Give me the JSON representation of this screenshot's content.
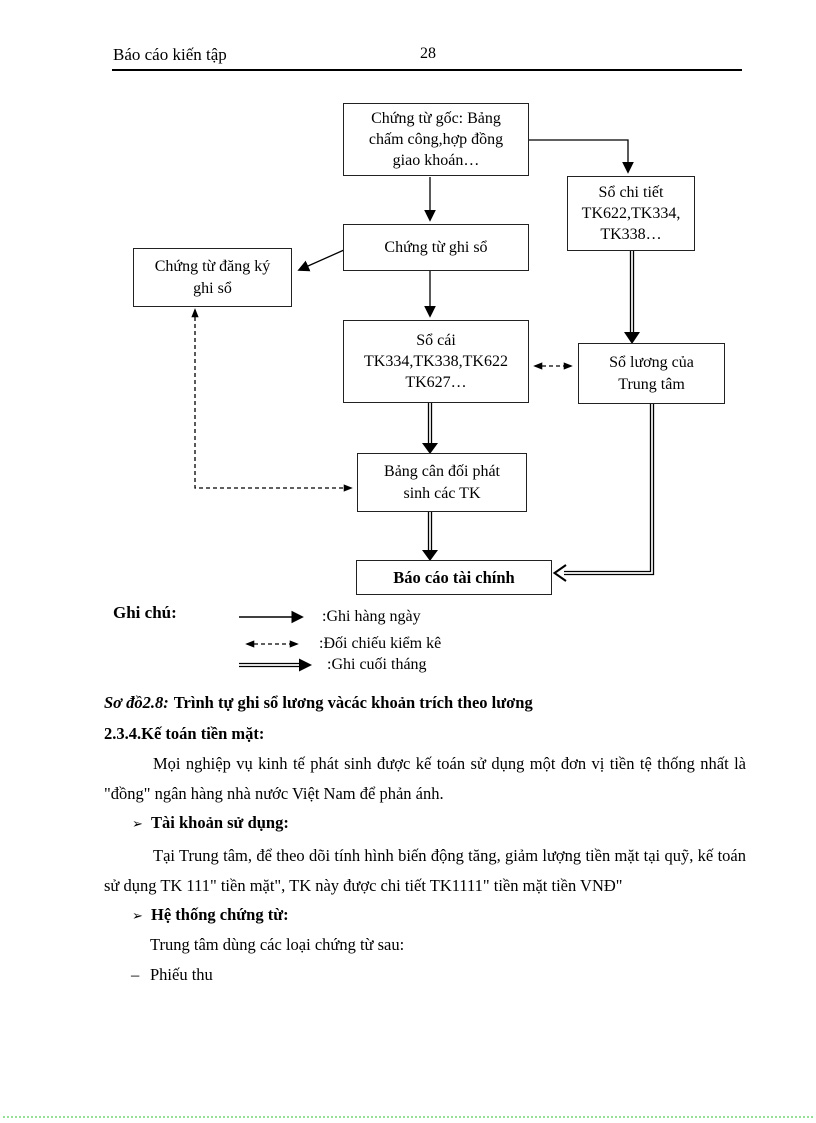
{
  "header": {
    "title": "Báo cáo kiến tập",
    "page_number": "28"
  },
  "flowchart": {
    "boxes": {
      "goc": "Chứng từ gốc: Bảng\nchấm công,hợp đồng\ngiao khoán…",
      "chi_tiet": "Sổ chi tiết\nTK622,TK334,\nTK338…",
      "ghi_so": "Chứng từ ghi sổ",
      "dang_ky": "Chứng từ đăng ký\nghi sổ",
      "so_cai": "Sổ cái\nTK334,TK338,TK622\nTK627…",
      "so_luong": "Sổ lương của\nTrung tâm",
      "bang_can_doi": "Bảng cân đối phát\nsinh các TK",
      "bao_cao": "Báo cáo tài chính"
    }
  },
  "legend": {
    "title": "Ghi chú:",
    "items": [
      {
        "type": "solid-arrow",
        "label": ":Ghi hàng ngày"
      },
      {
        "type": "dashed-arrow",
        "label": ":Đối chiếu kiểm kê"
      },
      {
        "type": "double-arrow",
        "label": ":Ghi cuối tháng"
      }
    ]
  },
  "caption": {
    "prefix": "Sơ đồ2.8:",
    "text": "Trình tự ghi sổ lương vàcác khoản trích theo lương"
  },
  "section": {
    "heading": "2.3.4.Kế toán tiền mặt:",
    "para1": "Mọi nghiệp vụ kinh tế phát sinh được kế toán sử dụng một đơn vị tiền tệ thống nhất là \"đồng\" ngân hàng nhà nước Việt Nam để phản ánh.",
    "bullet1": {
      "marker": "➢",
      "label": "Tài khoản sử dụng:"
    },
    "para2": "Tại Trung tâm, để theo dõi tính hình biến động tăng, giảm lượng tiền mặt tại quỹ, kế toán sử dụng TK 111\" tiền mặt\", TK này được chi tiết TK1111\" tiền mặt tiền VNĐ\"",
    "bullet2": {
      "marker": "➢",
      "label": "Hệ thống chứng từ:"
    },
    "line1": "Trung tâm dùng các loại chứng từ sau:",
    "list_item": {
      "marker": "–",
      "label": "Phiếu thu"
    }
  }
}
